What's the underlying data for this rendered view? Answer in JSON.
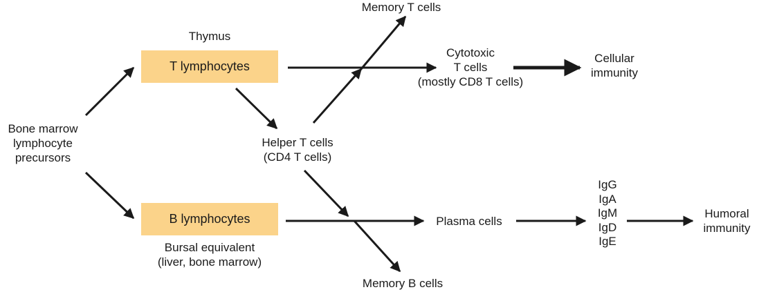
{
  "nodes": {
    "bone_marrow": [
      "Bone marrow",
      "lymphocyte",
      "precursors"
    ],
    "thymus": "Thymus",
    "t_lymphocytes": "T lymphocytes",
    "b_lymphocytes": "B lymphocytes",
    "bursal": [
      "Bursal equivalent",
      "(liver, bone marrow)"
    ],
    "helper": [
      "Helper T cells",
      "(CD4 T cells)"
    ],
    "memory_t": "Memory T cells",
    "cytotoxic": [
      "Cytotoxic",
      "T cells",
      "(mostly CD8 T cells)"
    ],
    "cellular": [
      "Cellular",
      "immunity"
    ],
    "plasma": "Plasma cells",
    "memory_b": "Memory B cells",
    "immunoglobulins": [
      "IgG",
      "IgA",
      "IgM",
      "IgD",
      "IgE"
    ],
    "humoral": [
      "Humoral",
      "immunity"
    ]
  },
  "colors": {
    "box_fill": "#fbd38a",
    "arrow": "#1a1a1a"
  }
}
